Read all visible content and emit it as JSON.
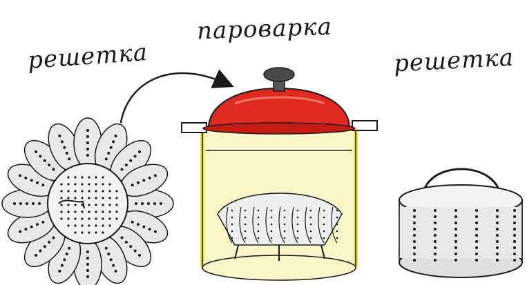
{
  "labels": {
    "left": "решетка",
    "center": "пароварка",
    "right": "решетка"
  },
  "colors": {
    "lid": "#e02a20",
    "lid_rim": "#c41b13",
    "glass": "#fbf6c8",
    "glass_edge": "#f3e23a",
    "metal": "#e4e4e4",
    "metal_dark": "#9a9a9a",
    "ink": "#1a1a1a"
  },
  "icons": {
    "left_item": "folding-steamer-basket-icon",
    "center_item": "steamer-pot-icon",
    "right_item": "cylindrical-steamer-basket-icon",
    "arrow": "curved-arrow-icon"
  }
}
